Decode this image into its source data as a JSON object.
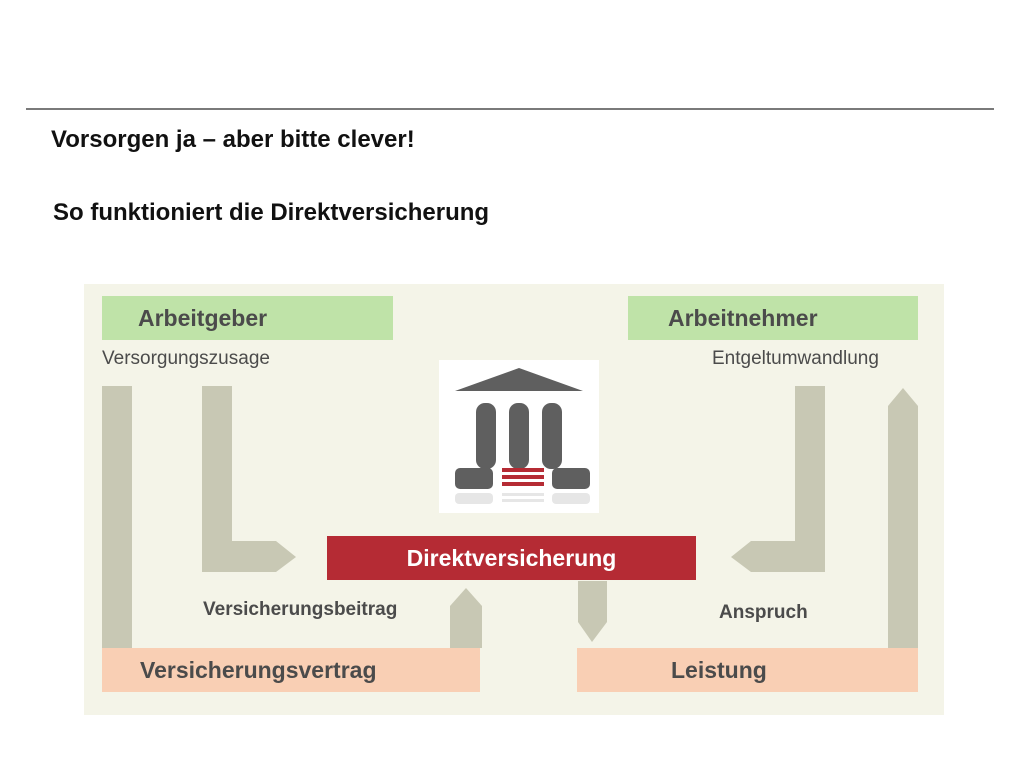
{
  "header": {
    "title": "Vorsorgen ja – aber bitte clever!",
    "subtitle": "So funktioniert die Direktversicherung"
  },
  "diagram": {
    "employer": "Arbeitgeber",
    "employee": "Arbeitnehmer",
    "pension_commitment": "Versorgungszusage",
    "salary_conversion": "Entgeltumwandlung",
    "center": "Direktversicherung",
    "premium": "Versicherungsbeitrag",
    "claim": "Anspruch",
    "contract": "Versicherungsvertrag",
    "benefit": "Leistung"
  },
  "colors": {
    "green_box": "#bfe3a8",
    "salmon_box": "#f9cfb4",
    "center_box": "#b52b34",
    "arrow": "#c8c8b4",
    "icon_dark": "#5f5f5f",
    "icon_red": "#b52b34"
  },
  "icons": {
    "center_logo": "bank-building-icon"
  }
}
